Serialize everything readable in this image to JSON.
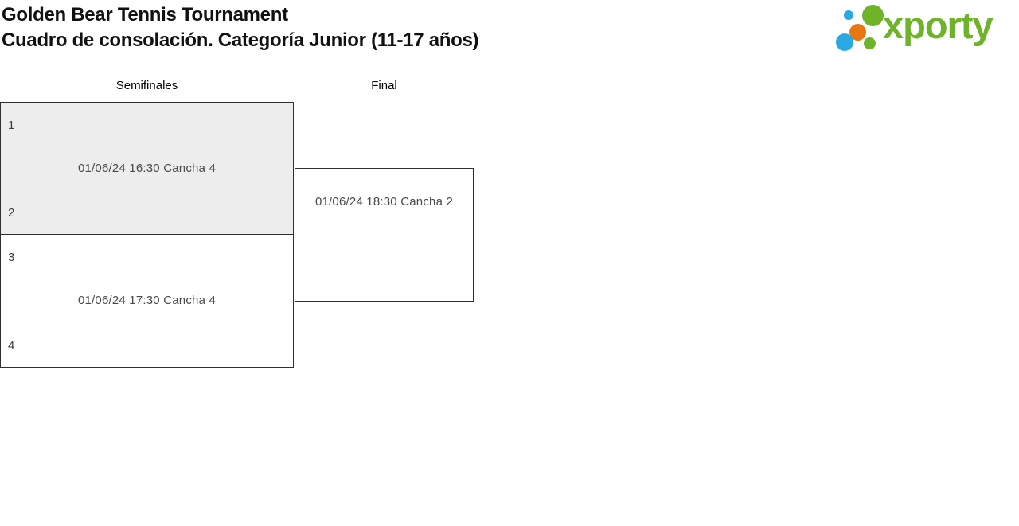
{
  "header": {
    "title": "Golden Bear Tennis Tournament",
    "subtitle": "Cuadro de consolación. Categoría Junior (11-17 años)"
  },
  "logo": {
    "wordmark": "xporty",
    "colors": {
      "green": "#6eb32a",
      "blue": "#29a9e1",
      "orange": "#e87711"
    }
  },
  "bracket": {
    "rounds": [
      {
        "label": "Semifinales",
        "matches": [
          {
            "slots": [
              "1",
              "2"
            ],
            "schedule": "01/06/24 16:30 Cancha 4",
            "highlighted": true
          },
          {
            "slots": [
              "3",
              "4"
            ],
            "schedule": "01/06/24 17:30 Cancha 4",
            "highlighted": false
          }
        ]
      },
      {
        "label": "Final",
        "matches": [
          {
            "schedule": "01/06/24 18:30 Cancha 2"
          }
        ]
      }
    ]
  },
  "colors": {
    "highlight_fill": "#ededed",
    "box_border": "#2f2f2f",
    "schedule_text": "#4a4a4a",
    "page_background": "#ffffff"
  }
}
